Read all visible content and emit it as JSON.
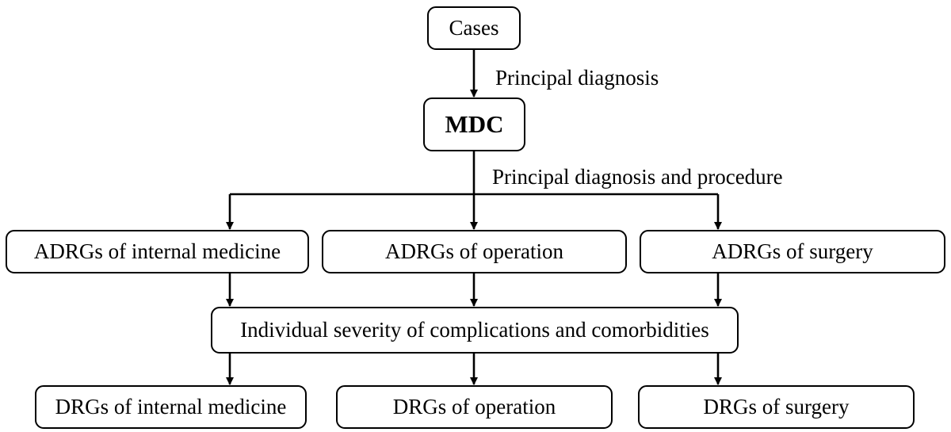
{
  "nodes": {
    "cases": "Cases",
    "mdc": "MDC",
    "adrg_internal": "ADRGs of internal medicine",
    "adrg_operation": "ADRGs of operation",
    "adrg_surgery": "ADRGs of surgery",
    "severity": "Individual severity of complications and comorbidities",
    "drg_internal": "DRGs of internal medicine",
    "drg_operation": "DRGs of operation",
    "drg_surgery": "DRGs of surgery"
  },
  "edge_labels": {
    "cases_to_mdc": "Principal diagnosis",
    "mdc_to_adrgs": "Principal diagnosis and procedure"
  }
}
